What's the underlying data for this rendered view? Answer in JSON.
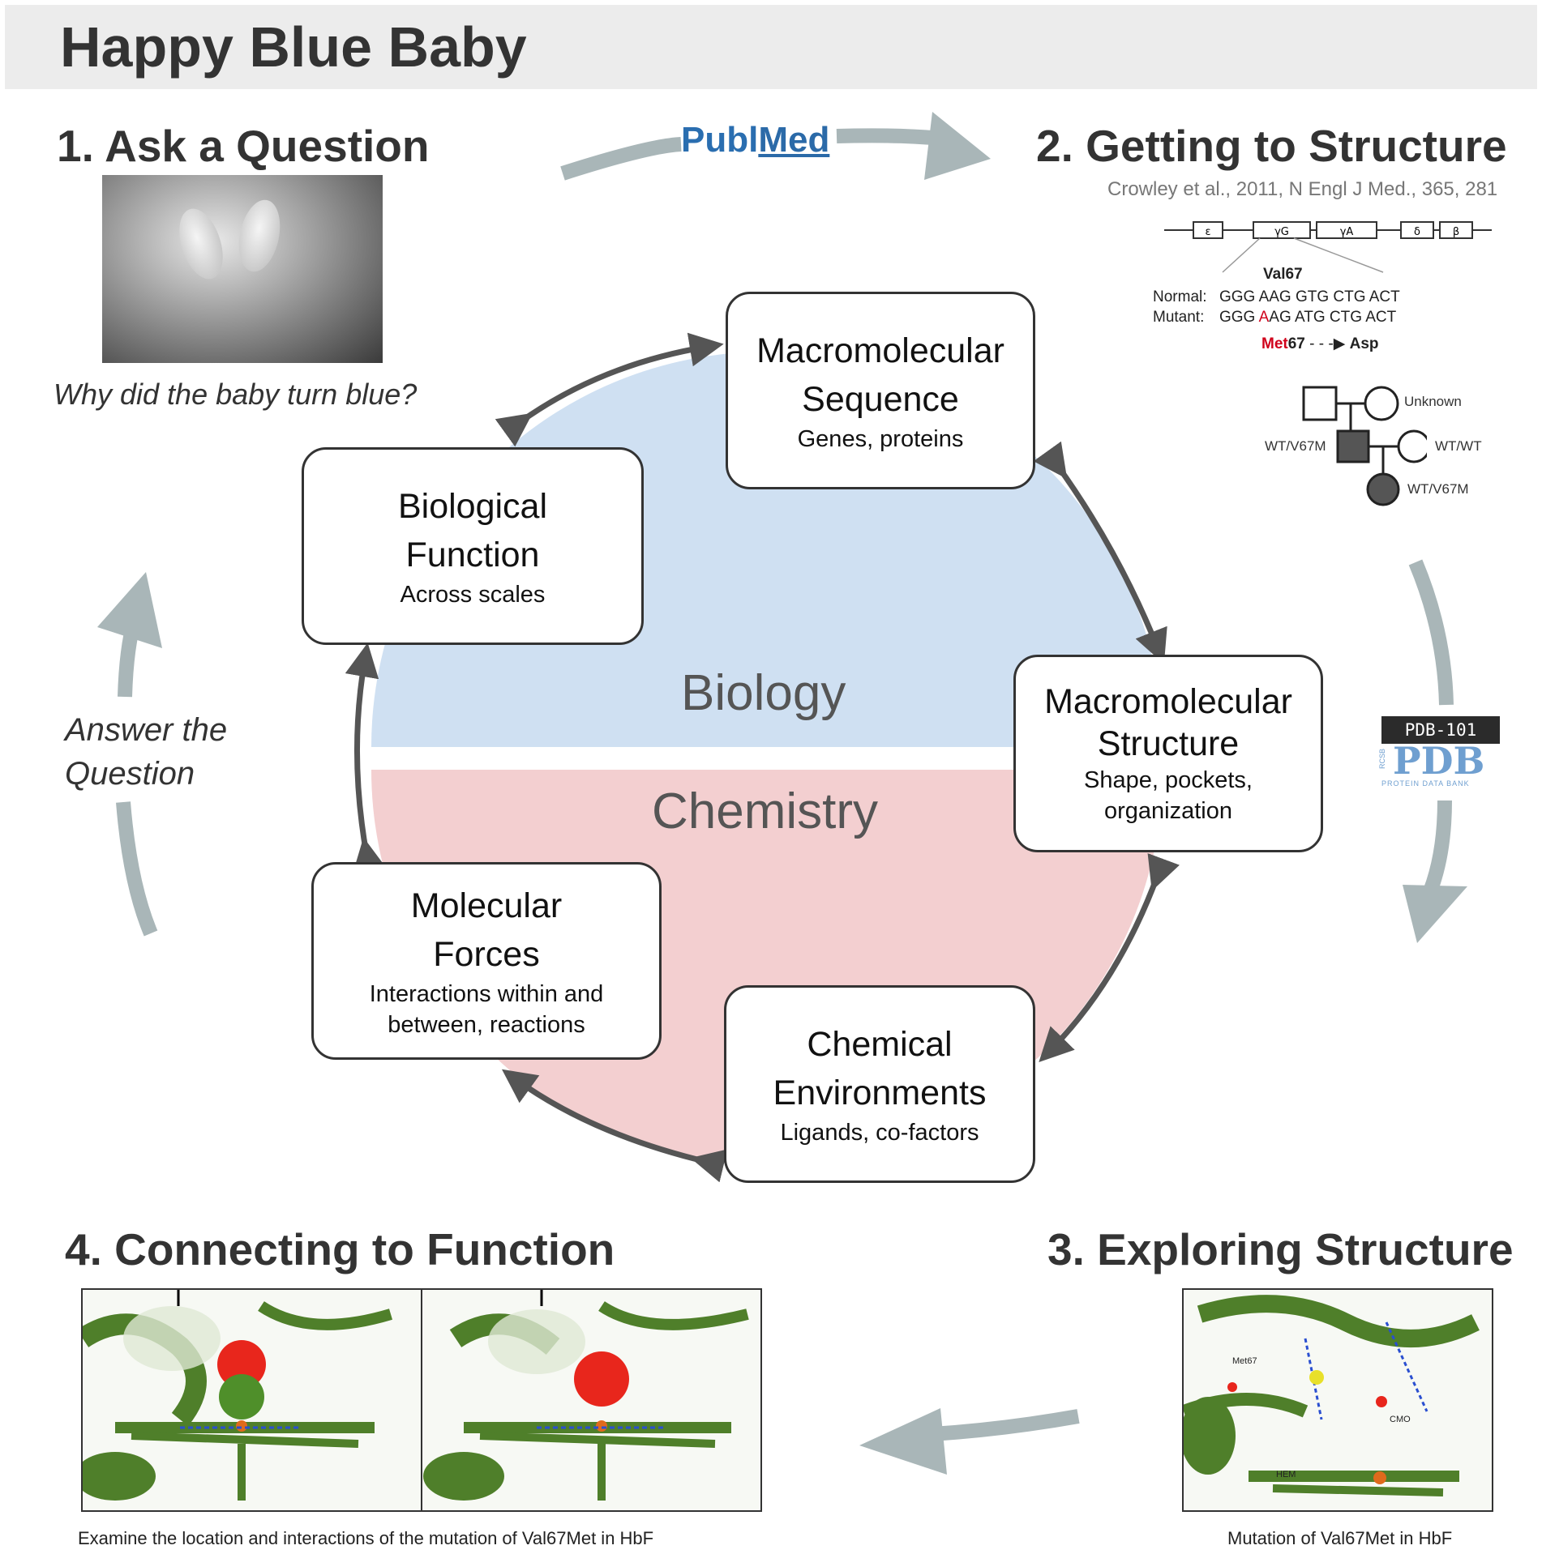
{
  "banner": {
    "title": "Happy Blue Baby"
  },
  "steps": {
    "ask": {
      "title": "1. Ask a Question",
      "caption": "Why did the baby turn blue?"
    },
    "structure": {
      "title": "2. Getting to Structure",
      "citation": "Crowley et al., 2011, N Engl J Med., 365, 281"
    },
    "exploring": {
      "title": "3. Exploring Structure",
      "caption": "Mutation of Val67Met in HbF"
    },
    "function": {
      "title": "4. Connecting to Function",
      "caption": "Examine the location and interactions of  the mutation of Val67Met in HbF"
    },
    "answer": {
      "line1": "Answer the",
      "line2": "Question"
    }
  },
  "logos": {
    "pubmed_left": "Publ",
    "pubmed_right": "Med",
    "pdb101": "PDB-101",
    "pdb": "PDB",
    "pdb_sub": "PROTEIN DATA BANK",
    "rcsb": "RCSB"
  },
  "gene": {
    "segments": [
      "ε",
      "γG",
      "γA",
      "δ",
      "β"
    ],
    "val_label": "Val67",
    "normal_label": "Normal:",
    "normal_seq": "GGG AAG GTG CTG ACT",
    "mutant_label": "Mutant:",
    "mutant_seq_a": "GGG ",
    "mutant_seq_highlight": "A",
    "mutant_seq_b": "AG ATG CTG ACT",
    "met_label": "Met",
    "met_num": "67",
    "asp_label": "Asp"
  },
  "pedigree": {
    "unknown": "Unknown",
    "father": "WT/V67M",
    "mother": "WT/WT",
    "child": "WT/V67M"
  },
  "regions": {
    "biology": "Biology",
    "chemistry": "Chemistry"
  },
  "nodes": {
    "sequence": {
      "title1": "Macromolecular",
      "title2": "Sequence",
      "sub1": "Genes, proteins"
    },
    "structure": {
      "title1": "Macromolecular",
      "title2": "Structure",
      "sub1": "Shape, pockets,",
      "sub2": "organization"
    },
    "environments": {
      "title1": "Chemical",
      "title2": "Environments",
      "sub1": "Ligands, co-factors"
    },
    "forces": {
      "title1": "Molecular",
      "title2": "Forces",
      "sub1": "Interactions within and",
      "sub2": "between, reactions"
    },
    "function": {
      "title1": "Biological",
      "title2": "Function",
      "sub1": "Across scales"
    }
  },
  "structure_labels": {
    "met67": "Met67",
    "cmo": "CMO",
    "hem": "HEM"
  },
  "colors": {
    "biology": "#cfe0f2",
    "chemistry": "#f3cfd0",
    "flow_arrow": "#a9b6b8",
    "cycle_arrow": "#555555",
    "mutation": "#d0021b"
  }
}
